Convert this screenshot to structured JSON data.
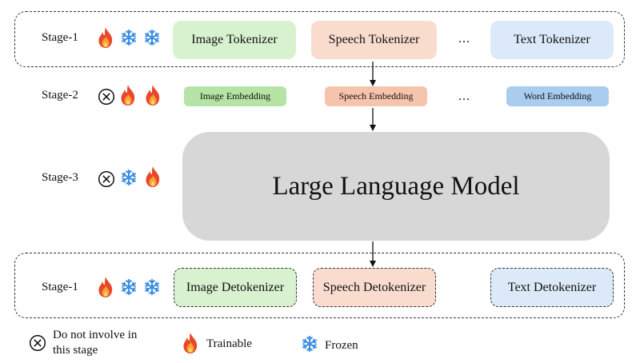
{
  "stages": {
    "row1": "Stage-1",
    "row2": "Stage-2",
    "row3": "Stage-3",
    "row4": "Stage-1"
  },
  "tokenizers": {
    "image": "Image Tokenizer",
    "speech": "Speech Tokenizer",
    "ellipsis": "...",
    "text": "Text Tokenizer"
  },
  "embeddings": {
    "image": "Image Embedding",
    "speech": "Speech Embedding",
    "ellipsis": "...",
    "word": "Word Embedding"
  },
  "llm": "Large Language Model",
  "detokenizers": {
    "image": "Image Detokenizer",
    "speech": "Speech Detokenizer",
    "text": "Text Detokenizer"
  },
  "legend": {
    "not_involved_line1": "Do not involve in",
    "not_involved_line2": "this stage",
    "trainable": "Trainable",
    "frozen": "Frozen"
  },
  "icons": {
    "trainable": "fire-icon",
    "frozen": "snowflake-icon",
    "not_involved": "circled-x-icon"
  },
  "colors": {
    "image": "#d8f2cf",
    "speech": "#fadccf",
    "text": "#dbe9f8",
    "llm": "#d7d7d7",
    "fire_outer": "#e8472a",
    "fire_inner": "#f7a23b",
    "snowflake": "#3d8fe0"
  }
}
